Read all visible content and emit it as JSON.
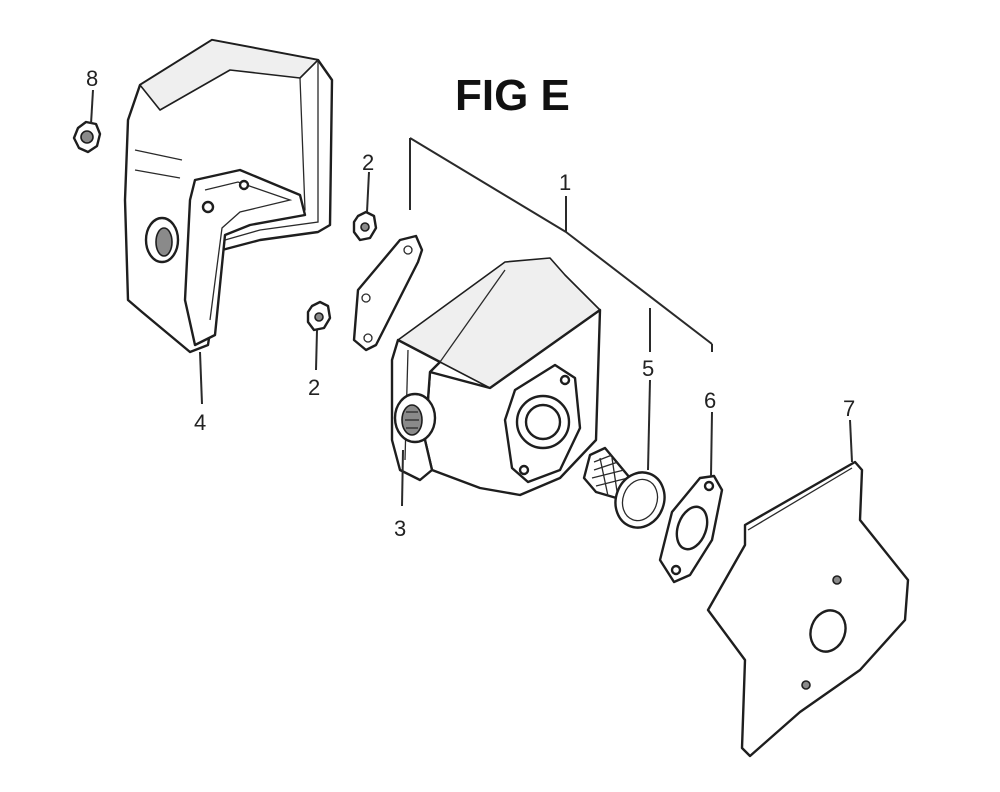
{
  "figure": {
    "title": "FIG E"
  },
  "callouts": {
    "c1": "1",
    "c2a": "2",
    "c2b": "2",
    "c3": "3",
    "c4": "4",
    "c5": "5",
    "c6": "6",
    "c7": "7",
    "c8": "8"
  }
}
